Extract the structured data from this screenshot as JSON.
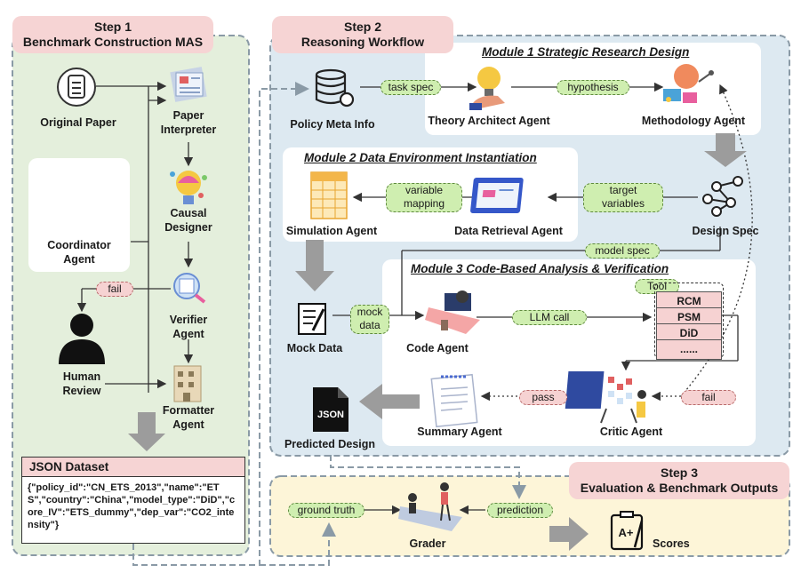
{
  "step1": {
    "title": "Step 1",
    "subtitle": "Benchmark Construction MAS",
    "original_paper": "Original Paper",
    "paper_interpreter": "Paper\nInterpreter",
    "causal_designer": "Causal\nDesigner",
    "verifier_agent": "Verifier\nAgent",
    "formatter_agent": "Formatter\nAgent",
    "coordinator_agent": "Coordinator\nAgent",
    "human_review": "Human\nReview",
    "fail": "fail"
  },
  "dataset": {
    "title": "JSON Dataset",
    "content": "{\"policy_id\":\"CN_ETS_2013\",\"name\":\"ETS\",\"country\":\"China\",\"model_type\":\"DiD\",\"core_IV\":\"ETS_dummy\",\"dep_var\":\"CO2_intensity\"}"
  },
  "step2": {
    "title": "Step 2",
    "subtitle": "Reasoning Workflow",
    "policy_meta": "Policy Meta Info",
    "task_spec": "task spec"
  },
  "module1": {
    "title": "Module 1 Strategic Research Design",
    "theory_architect": "Theory Architect Agent",
    "hypothesis": "hypothesis",
    "methodology_agent": "Methodology Agent"
  },
  "design_spec": "Design Spec",
  "module2": {
    "title": "Module 2 Data Environment Instantiation",
    "target_variables": "target\nvariables",
    "data_retrieval": "Data Retrieval Agent",
    "variable_mapping": "variable\nmapping",
    "simulation_agent": "Simulation Agent"
  },
  "model_spec": "model spec",
  "module3": {
    "title": "Module 3 Code-Based Analysis & Verification",
    "tool": "Tool",
    "mock_data_pill": "mock\ndata",
    "code_agent": "Code Agent",
    "llm_call": "LLM call",
    "methods": [
      "RCM",
      "PSM",
      "DiD",
      "......"
    ],
    "critic_agent": "Critic Agent",
    "pass": "pass",
    "fail": "fail",
    "summary_agent": "Summary Agent"
  },
  "mock_data": "Mock Data",
  "predicted_design": "Predicted Design",
  "json_icon_text": "JSON",
  "step3": {
    "title": "Step 3",
    "subtitle": "Evaluation & Benchmark Outputs",
    "ground_truth": "ground truth",
    "grader": "Grader",
    "prediction": "prediction",
    "scores": "Scores",
    "scores_icon_text": "A+"
  }
}
